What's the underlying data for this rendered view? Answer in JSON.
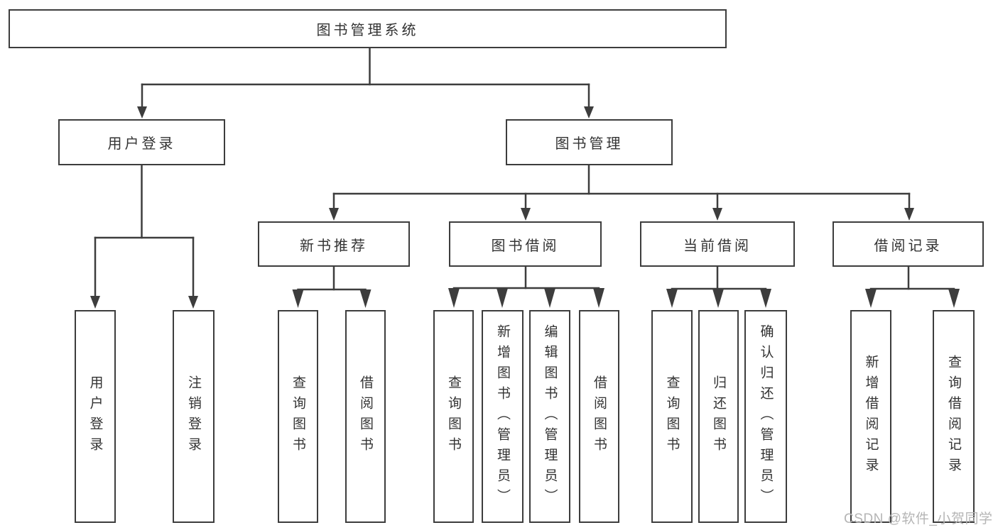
{
  "diagram": {
    "type": "hierarchy-tree",
    "root": {
      "label": "图书管理系统"
    },
    "branches": [
      {
        "label": "用户登录",
        "leaves": [
          {
            "label": "用户登录"
          },
          {
            "label": "注销登录"
          }
        ]
      },
      {
        "label": "图书管理",
        "groups": [
          {
            "label": "新书推荐",
            "leaves": [
              {
                "label": "查询图书"
              },
              {
                "label": "借阅图书"
              }
            ]
          },
          {
            "label": "图书借阅",
            "leaves": [
              {
                "label": "查询图书"
              },
              {
                "label": "新增图书（管理员）"
              },
              {
                "label": "编辑图书（管理员）"
              },
              {
                "label": "借阅图书"
              }
            ]
          },
          {
            "label": "当前借阅",
            "leaves": [
              {
                "label": "查询图书"
              },
              {
                "label": "归还图书"
              },
              {
                "label": "确认归还（管理员）"
              }
            ]
          },
          {
            "label": "借阅记录",
            "leaves": [
              {
                "label": "新增借阅记录"
              },
              {
                "label": "查询借阅记录"
              }
            ]
          }
        ]
      }
    ]
  },
  "watermark": {
    "text": "CSDN @软件_小贺同学"
  },
  "colors": {
    "line": "#3d3d3d",
    "text": "#333333",
    "watermark": "#b5b5b5",
    "background": "#ffffff"
  }
}
